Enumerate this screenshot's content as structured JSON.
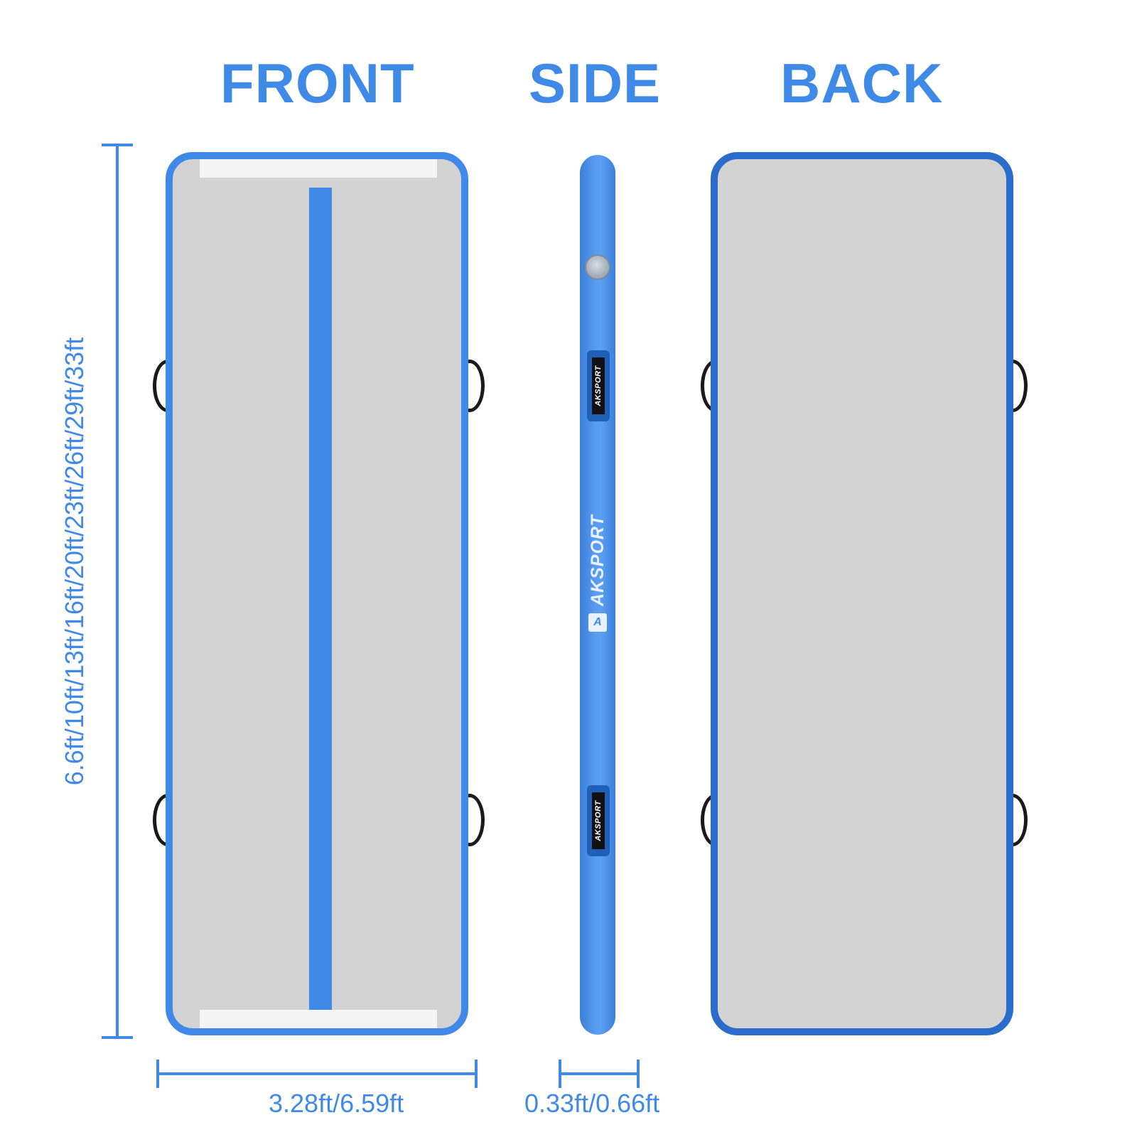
{
  "views": {
    "front": "FRONT",
    "side": "SIDE",
    "back": "BACK"
  },
  "dimensions": {
    "length": "6.6ft/10ft/13ft/16ft/20ft/23ft/26ft/29ft/33ft",
    "width": "3.28ft/6.59ft",
    "thickness": "0.33ft/0.66ft"
  },
  "branding": {
    "side_brand_text": "AKSPORT",
    "logo_letter": "A",
    "handle_label": "AKSPORT"
  },
  "colors": {
    "accent_blue": "#4189e8",
    "dark_blue": "#2a6cc9",
    "mat_gray": "#d3d3d3",
    "stripe_white": "#f4f4f4",
    "handle_black": "#1a1a1a"
  }
}
